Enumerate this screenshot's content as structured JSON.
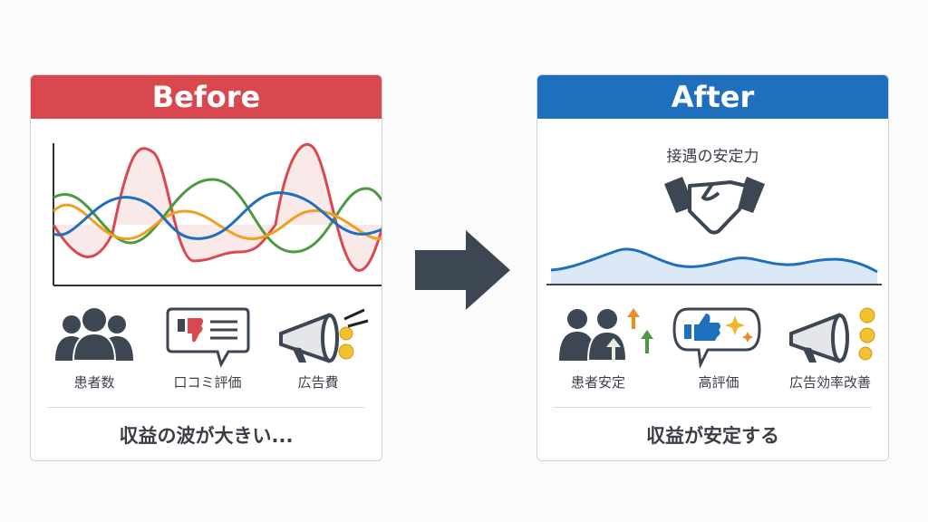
{
  "before": {
    "title": "Before",
    "items": [
      {
        "label": "患者数"
      },
      {
        "label": "口コミ評価"
      },
      {
        "label": "広告費"
      }
    ],
    "summary": "収益の波が大きい..."
  },
  "after": {
    "title": "After",
    "subtitle": "接遇の安定力",
    "items": [
      {
        "label": "患者安定"
      },
      {
        "label": "高評価"
      },
      {
        "label": "広告効率改善"
      }
    ],
    "summary": "収益が安定する"
  },
  "colors": {
    "before": "#d9484f",
    "after": "#1f6fbf",
    "dark": "#3d4653"
  }
}
